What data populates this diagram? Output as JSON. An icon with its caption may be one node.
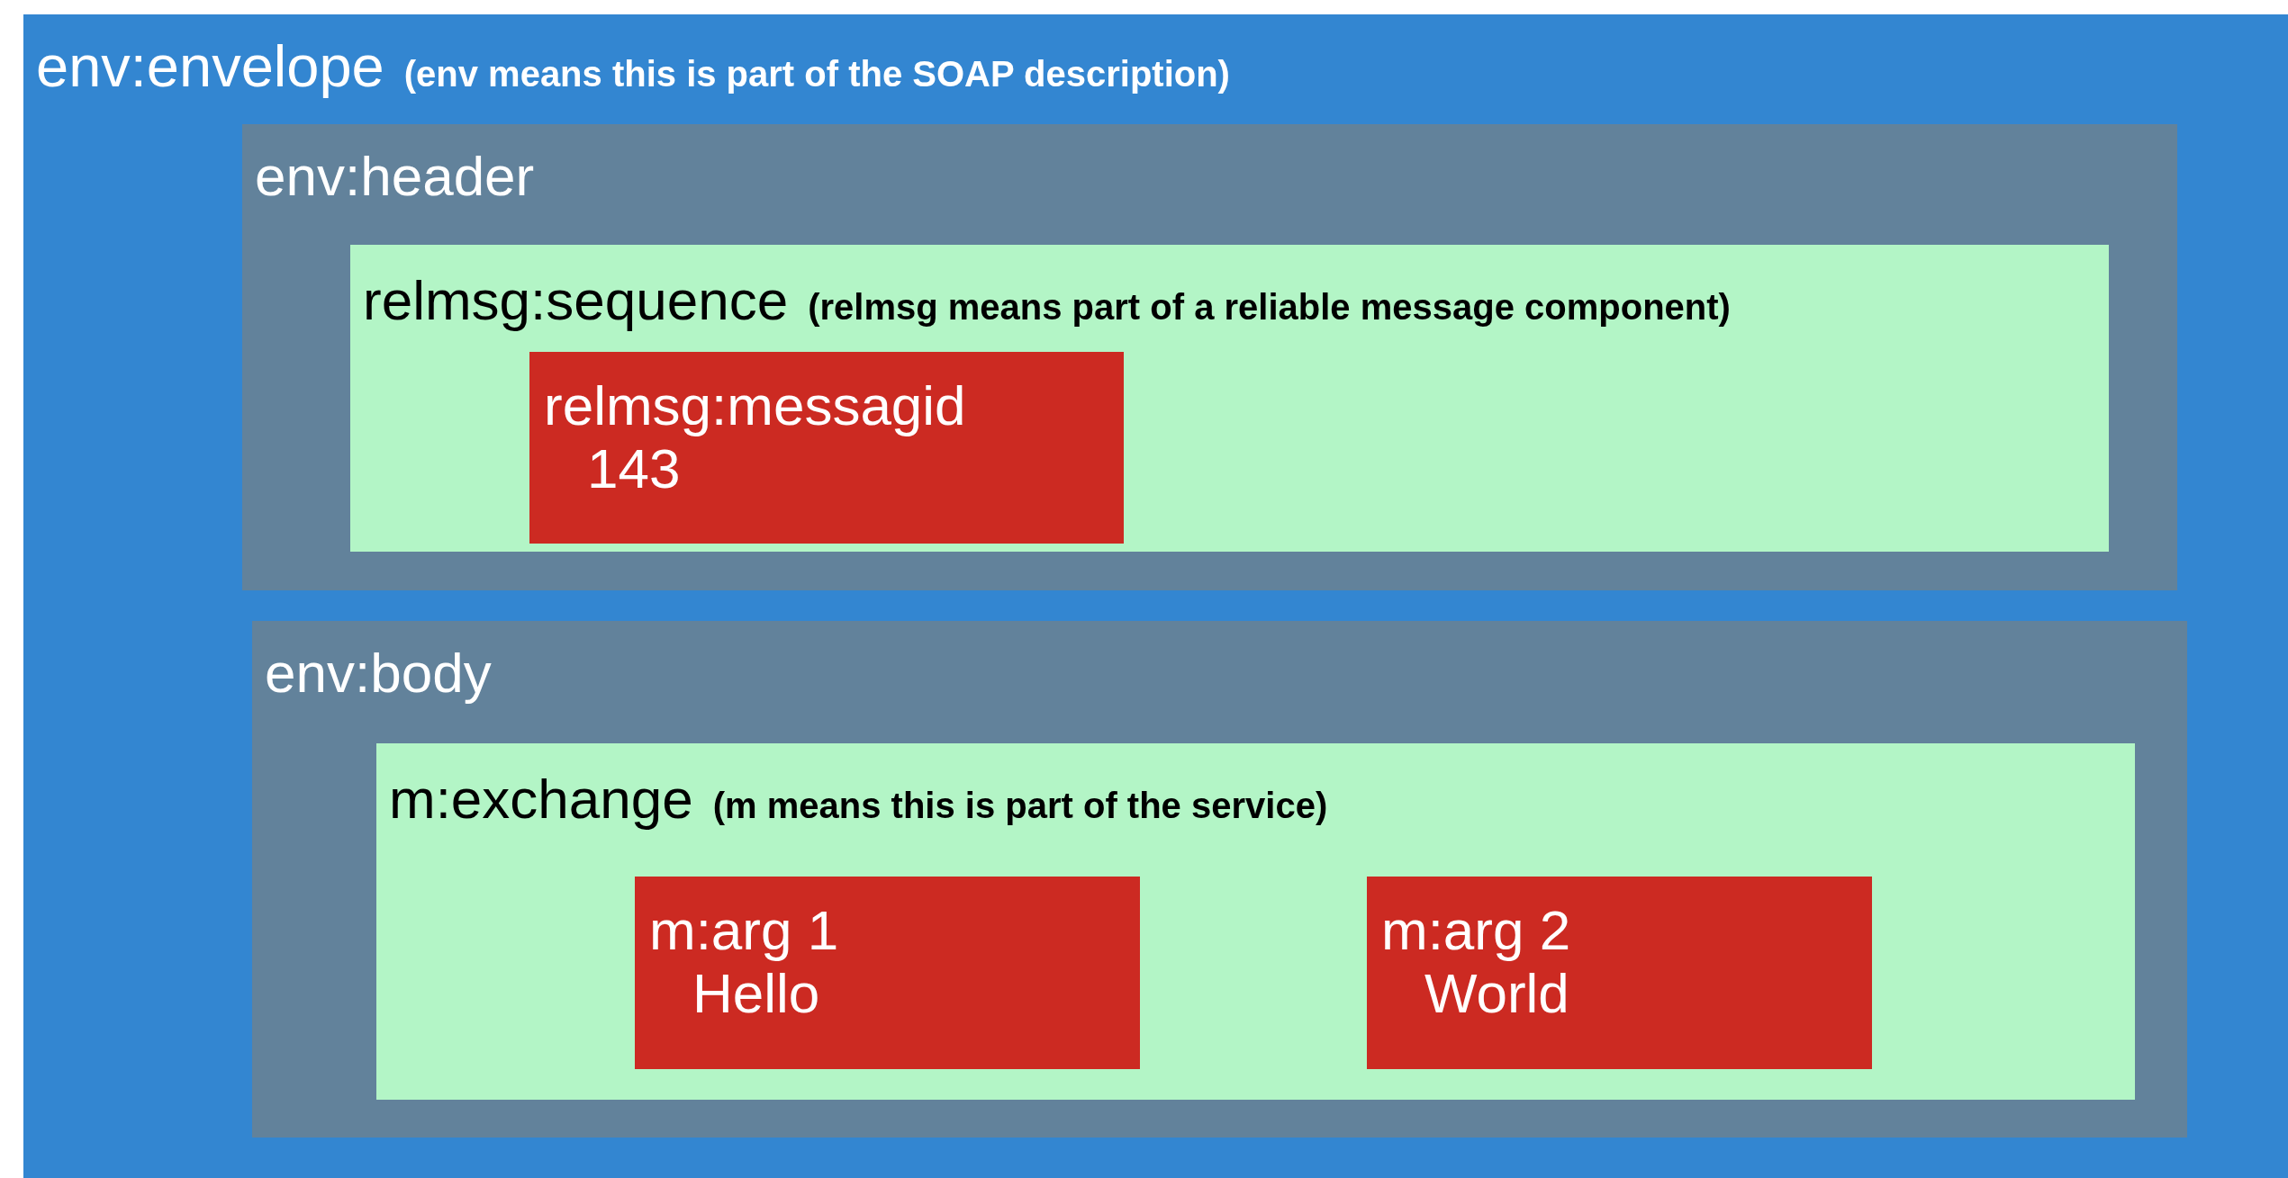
{
  "diagram": {
    "nodes": [
      {
        "text": [
          "env:envelope",
          "(env means this is part of the SOAP description)"
        ]
      },
      {
        "text": [
          "env:header"
        ],
        "in": 0
      },
      {
        "text": [
          "relmsg:sequence",
          "(relmsg means part of a reliable message component)"
        ],
        "in": 1
      },
      {
        "text": [
          "relmsg:messagid",
          "143"
        ],
        "in": 2
      },
      {
        "text": [
          "env:body"
        ],
        "in": 0
      },
      {
        "text": [
          "m:exchange",
          "(m means this is part of the service)"
        ],
        "in": 4
      },
      {
        "text": [
          "m:arg 1",
          "Hello"
        ],
        "in": 5
      },
      {
        "text": [
          "m:arg 2",
          "World"
        ],
        "in": 5
      }
    ]
  }
}
